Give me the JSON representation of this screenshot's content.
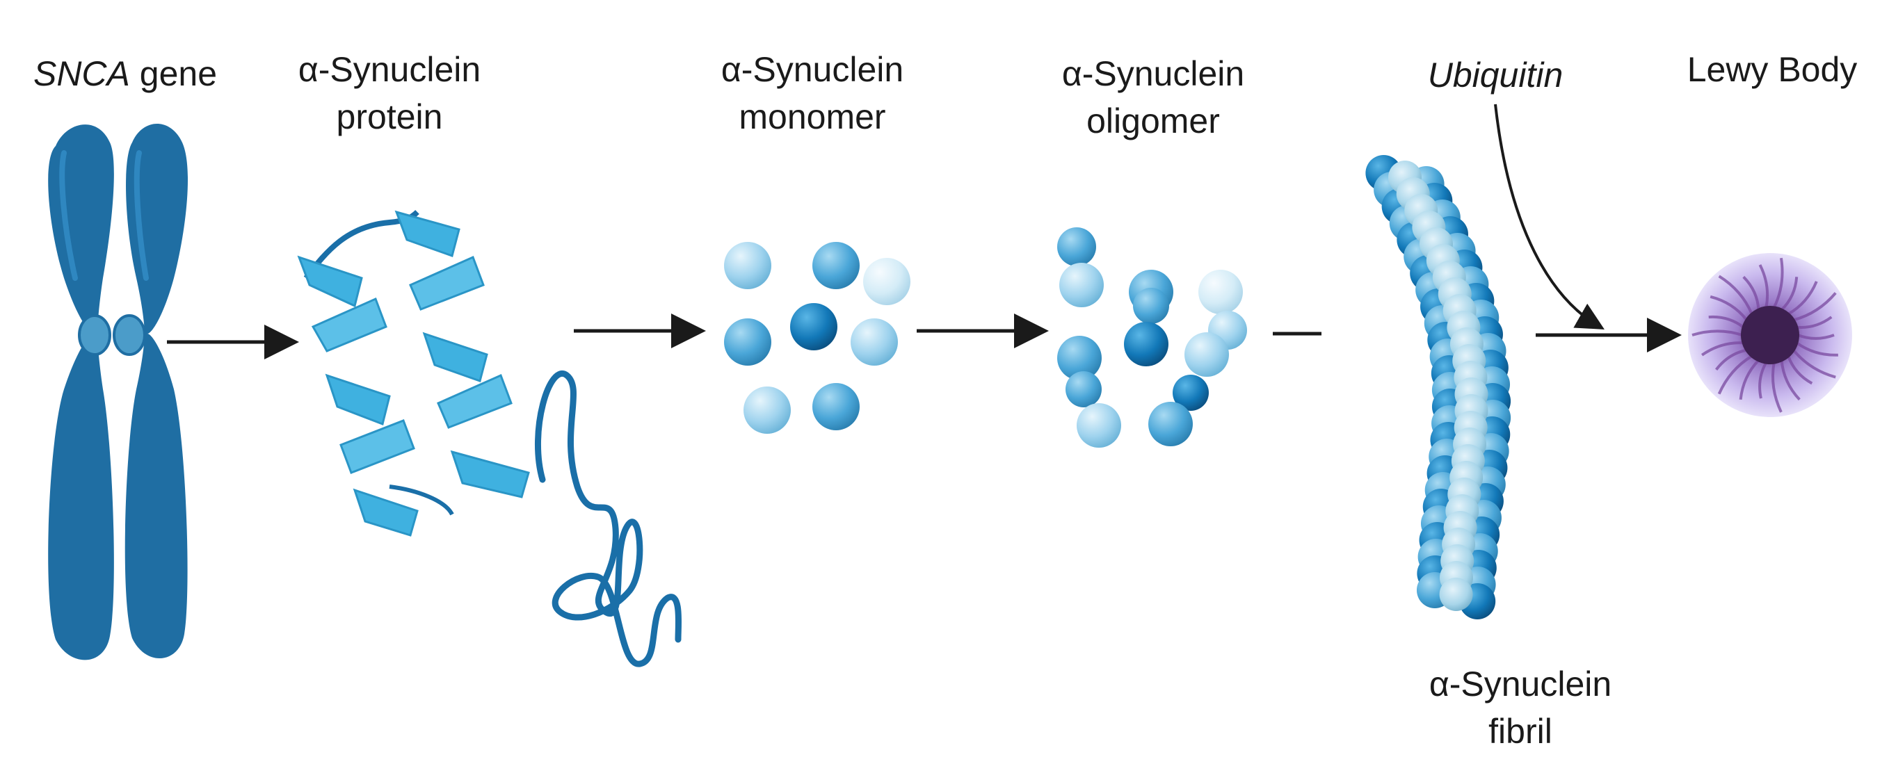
{
  "labels": {
    "gene_italic": "SNCA",
    "gene_rest": " gene",
    "protein_l1": "α-Synuclein",
    "protein_l2": "protein",
    "monomer_l1": "α-Synuclein",
    "monomer_l2": "monomer",
    "oligomer_l1": "α-Synuclein",
    "oligomer_l2": "oligomer",
    "ubiquitin": "Ubiquitin",
    "lewy": "Lewy Body",
    "fibril_l1": "α-Synuclein",
    "fibril_l2": "fibril"
  },
  "colors": {
    "chromosome": "#1f6ea3",
    "helix": "#3fb1e0",
    "coil": "#1a6fa8",
    "bead_dark": "#1278b8",
    "bead_mid": "#4aa6d8",
    "bead_light": "#9fd3ee",
    "bead_pale": "#cfe9f6",
    "fibril_core": "#a9d6ea",
    "lewy_outer": "#c7b8ec",
    "lewy_core": "#3d2050",
    "arrow": "#1a1a1a"
  },
  "icons": [
    "chromosome-icon",
    "helix-protein-icon",
    "monomer-cluster-icon",
    "oligomer-cluster-icon",
    "fibril-icon",
    "lewy-body-icon"
  ]
}
